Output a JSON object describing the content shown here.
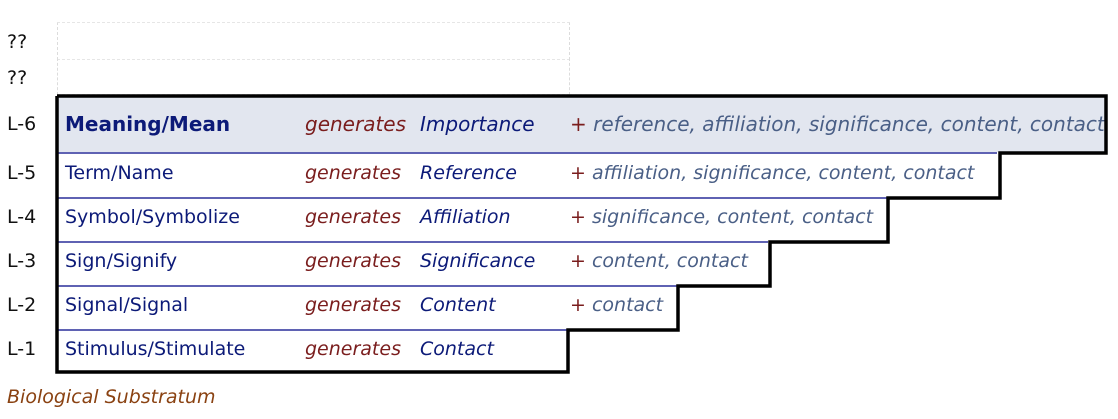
{
  "placeholders": [
    "??",
    "??"
  ],
  "rows": [
    {
      "level": "L-6",
      "term": "Meaning/Mean",
      "verb": "generates",
      "result": "Importance",
      "plus": "+",
      "additions": "reference, affiliation, significance, content, contact"
    },
    {
      "level": "L-5",
      "term": "Term/Name",
      "verb": "generates",
      "result": "Reference",
      "plus": "+",
      "additions": "affiliation, significance, content, contact"
    },
    {
      "level": "L-4",
      "term": "Symbol/Symbolize",
      "verb": "generates",
      "result": "Affiliation",
      "plus": "+",
      "additions": "significance, content, contact"
    },
    {
      "level": "L-3",
      "term": "Sign/Signify",
      "verb": "generates",
      "result": "Significance",
      "plus": "+",
      "additions": "content, contact"
    },
    {
      "level": "L-2",
      "term": "Signal/Signal",
      "verb": "generates",
      "result": "Content",
      "plus": "+",
      "additions": "contact"
    },
    {
      "level": "L-1",
      "term": "Stimulus/Stimulate",
      "verb": "generates",
      "result": "Contact",
      "plus": "",
      "additions": ""
    }
  ],
  "footer": "Biological Substratum",
  "colors": {
    "term": "#0c1a78",
    "verb": "#7a1d1d",
    "additions": "#4a5f86",
    "footer": "#8a4212",
    "highlight_row": "#e2e6ef",
    "row_divider": "#2a2f9a",
    "stair_outline": "#000000"
  }
}
